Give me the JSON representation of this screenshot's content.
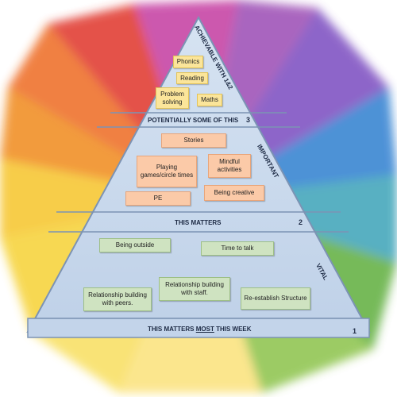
{
  "pyramid": {
    "side_labels": {
      "top": "ACHIEVABLE WITH 1&2",
      "middle": "IMPORTANT",
      "bottom": "VITAL"
    },
    "levels": {
      "top_band": {
        "label": "POTENTIALLY SOME OF THIS",
        "number": "3"
      },
      "middle_band": {
        "label": "THIS MATTERS",
        "number": "2"
      },
      "bottom_band": {
        "label_before": "THIS MATTERS ",
        "label_emph": "MOST",
        "label_after": " THIS WEEK",
        "number": "1"
      }
    },
    "top_items": [
      "Phonics",
      "Reading",
      "Problem solving",
      "Maths"
    ],
    "middle_items": [
      "Stories",
      "Playing games/circle times",
      "Mindful activities",
      "PE",
      "Being creative"
    ],
    "bottom_items": [
      "Being outside",
      "Time to talk",
      "Relationship building with staff.",
      "Relationship building with peers.",
      "Re-establish Structure"
    ]
  },
  "colors": {
    "pyramid_fill": "#c9d8ec",
    "pyramid_stroke": "#7c93b4",
    "yellow_box": "#fbe59a",
    "orange_box": "#fbcaa8",
    "green_box": "#cfe3c1",
    "splash": [
      "#e0342b",
      "#f08a1c",
      "#f6d235",
      "#5fae3e",
      "#2f7fd0",
      "#7a4cc0",
      "#c43aa0"
    ]
  }
}
